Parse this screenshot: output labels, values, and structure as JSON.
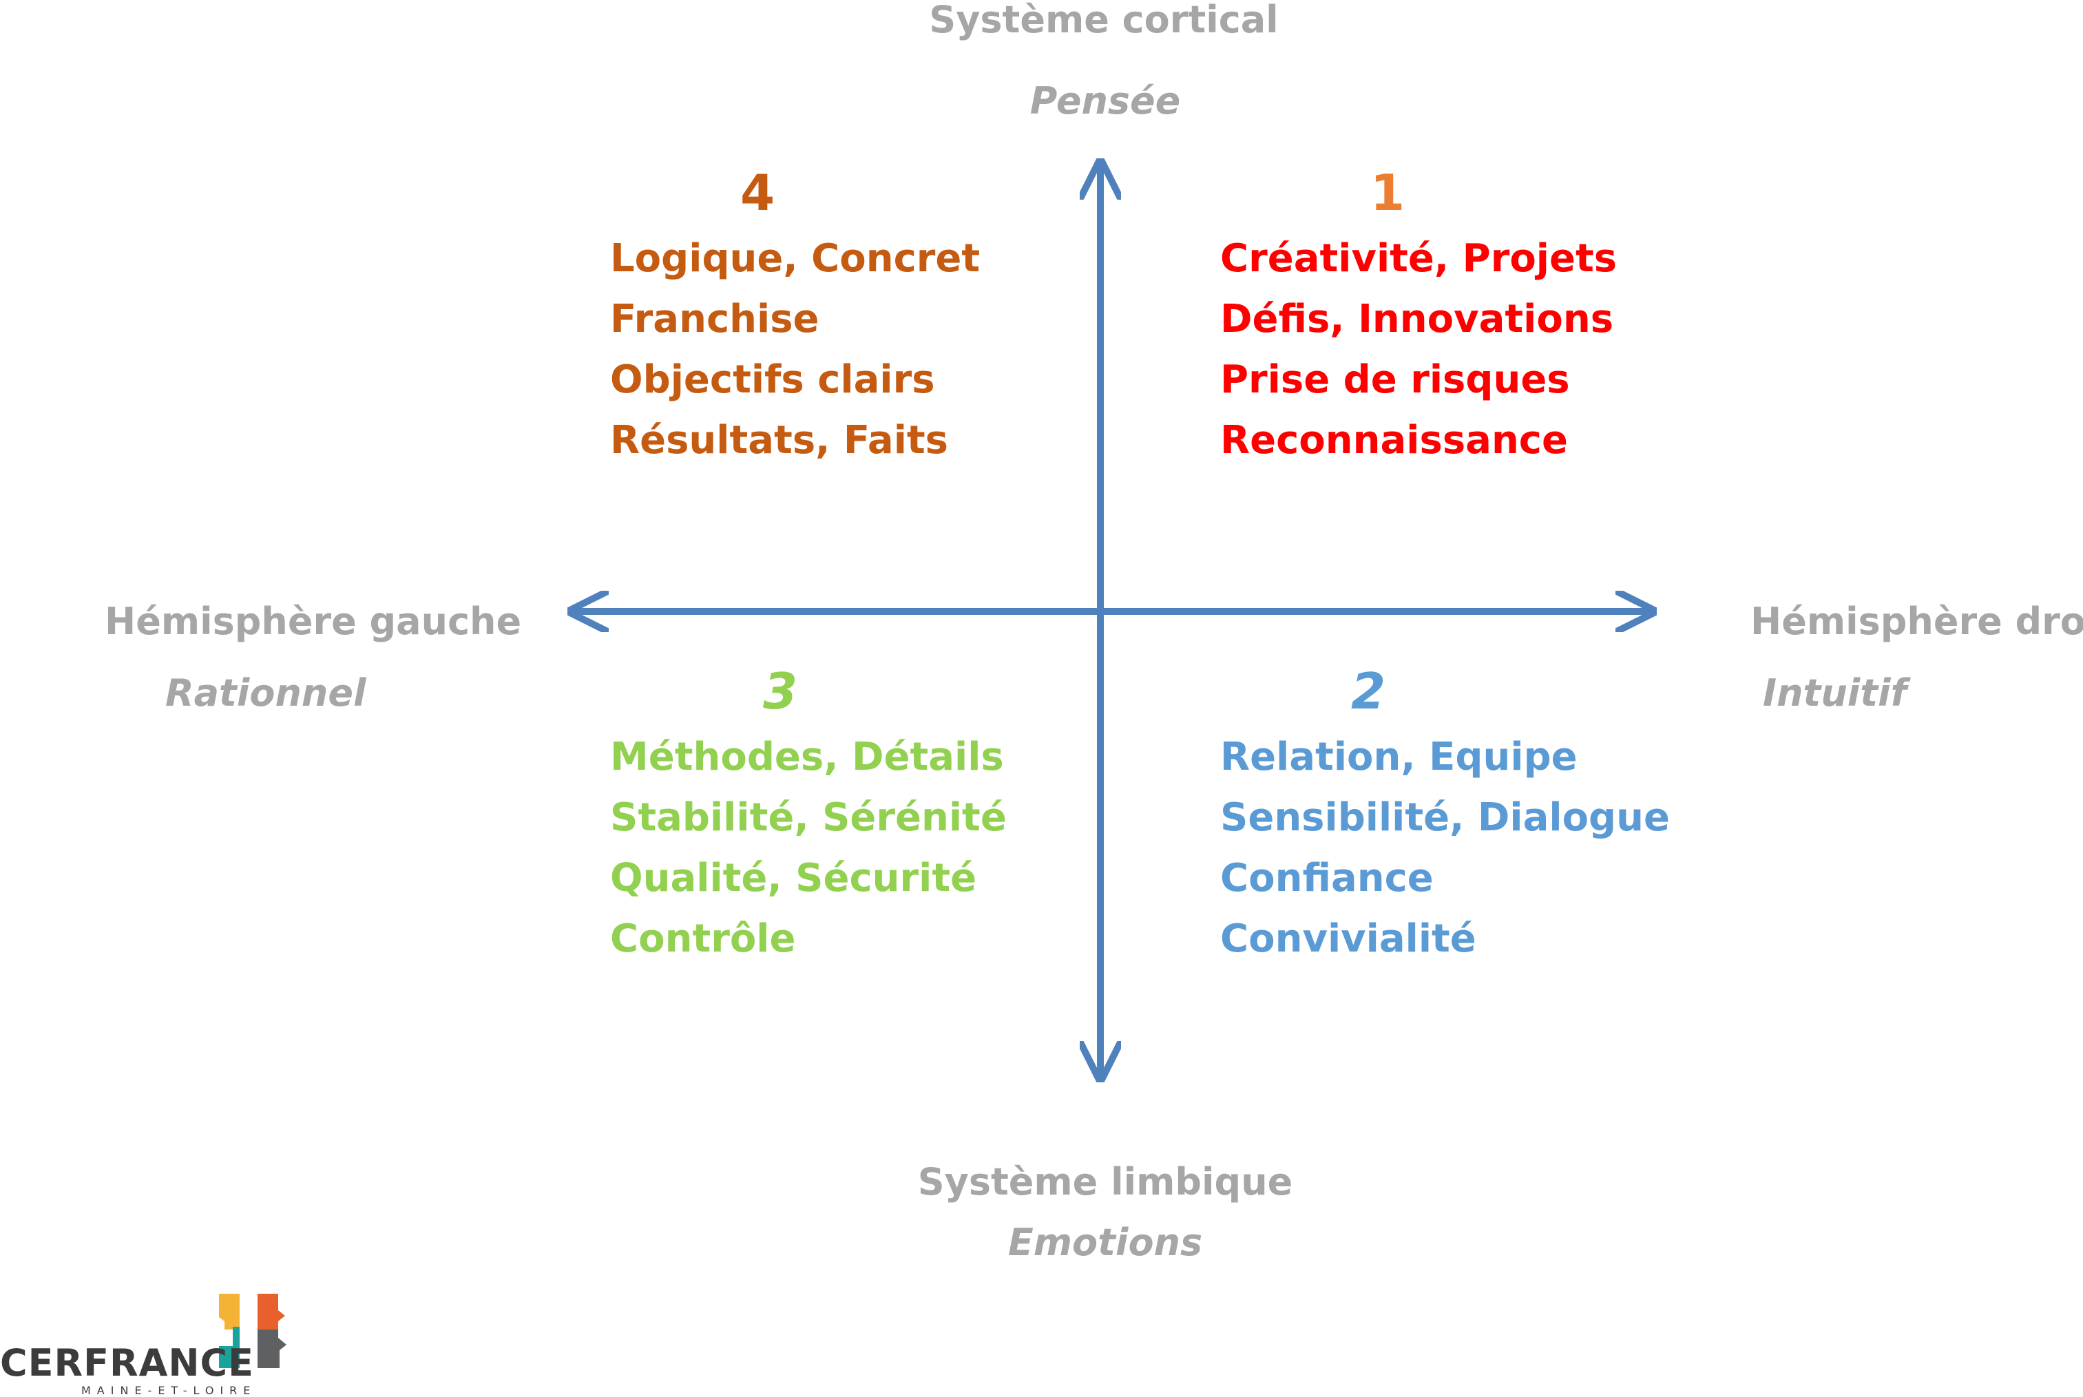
{
  "axes": {
    "top": {
      "label": "Système cortical",
      "sub": "Pensée"
    },
    "bottom": {
      "label": "Système limbique",
      "sub": "Emotions"
    },
    "left": {
      "label": "Hémisphère gauche",
      "sub": "Rationnel"
    },
    "right": {
      "label": "Hémisphère droit",
      "sub": "Intuitif"
    },
    "color": "#4f81bd"
  },
  "quadrants": {
    "q4": {
      "number": "4",
      "color": "#c55a11",
      "items": [
        "Logique, Concret",
        "Franchise",
        "Objectifs clairs",
        "Résultats, Faits"
      ]
    },
    "q1": {
      "number": "1",
      "number_color": "#ed7d31",
      "color": "#ff0000",
      "items": [
        "Créativité, Projets",
        "Défis, Innovations",
        "Prise de risques",
        "Reconnaissance"
      ]
    },
    "q3": {
      "number": "3",
      "color": "#92d050",
      "items": [
        "Méthodes, Détails",
        "Stabilité,  Sérénité",
        "Qualité, Sécurité",
        "Contrôle"
      ]
    },
    "q2": {
      "number": "2",
      "color": "#5b9bd5",
      "items": [
        "Relation, Equipe",
        "Sensibilité, Dialogue",
        "Confiance",
        "Convivialité"
      ]
    }
  },
  "logo": {
    "name": "CERFRANCE",
    "subtitle": "MAINE-ET-LOIRE",
    "colors": {
      "yellow": "#f5b335",
      "orange": "#e8612c",
      "teal": "#1aa39a",
      "gray": "#5f6062"
    }
  }
}
